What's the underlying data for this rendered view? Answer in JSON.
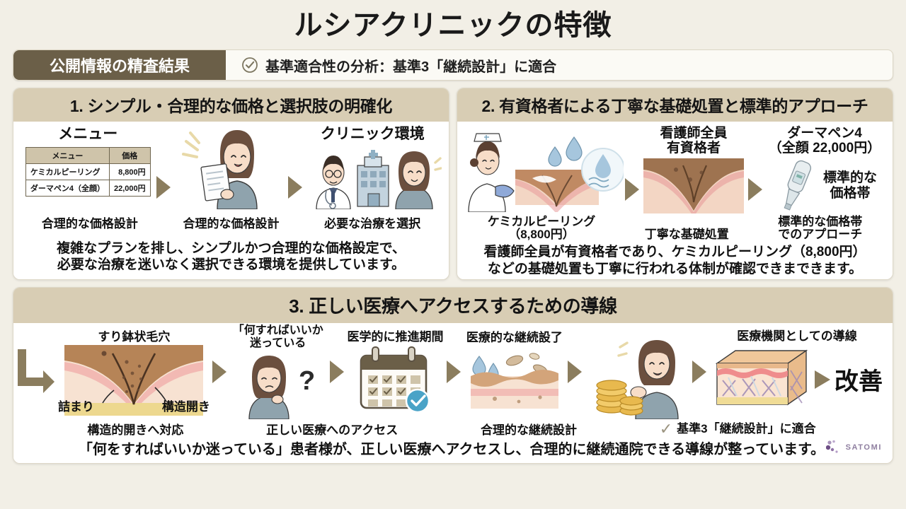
{
  "title": "ルシアクリニックの特徴",
  "banner": {
    "left_label": "公開情報の精査結果",
    "check_icon": "check-circle-icon",
    "right_label": "基準適合性の分析：基準3「継続設計」に適合"
  },
  "panel1": {
    "heading": "1. シンプル・合理的な価格と選択肢の明確化",
    "menu_title": "メニュー",
    "clinic_title": "クリニック環境",
    "table": {
      "headers": [
        "メニュー",
        "価格"
      ],
      "rows": [
        [
          "ケミカルピーリング",
          "8,800円"
        ],
        [
          "ダーマペン4（全顔）",
          "22,000円"
        ]
      ]
    },
    "captions": [
      "合理的な価格設計",
      "合理的な価格設計",
      "必要な治療を選択"
    ],
    "summary": "複雑なプランを排し、シンプルかつ合理的な価格設定で、\n必要な治療を迷いなく選択できる環境を提供しています。"
  },
  "panel2": {
    "heading": "2. 有資格者による丁寧な基礎処置と標準的アプローチ",
    "label_nurse_all": "看護師全員\n有資格者",
    "label_dermapen": "ダーマペン4\n（全顔 22,000円）",
    "label_price_band": "標準的な\n価格帯",
    "captions": [
      "ケミカルピーリング\n（8,800円）",
      "丁寧な基礎処置",
      "標準的な価格帯\nでのアプローチ"
    ],
    "summary": "看護師全員が有資格者であり、ケミカルピーリング（8,800円）\nなどの基礎処置も丁寧に行われる体制が確認できまできます。"
  },
  "panel3": {
    "heading": "3. 正しい医療へアクセスするための導線",
    "label_pore": "すり鉢状毛穴",
    "label_clog": "詰まり",
    "label_open": "構造開き",
    "label_lost": "「何すればいいか\n迷っている",
    "label_period": "医学的に推進期間",
    "label_continue": "医療的な継続設了",
    "label_route": "医療機関としての導線",
    "label_improve": "改善",
    "captions": [
      "構造的開きへ対応",
      "正しい医療へのアクセス",
      "合理的な継続設計"
    ],
    "compliance_check_icon": "check-mark-icon",
    "compliance_label": "基準3「継続設計」に適合",
    "summary": "「何をすればいいか迷っている」患者様が、正しい医療へアクセスし、合理的に継続通院できる導線が整っています。"
  },
  "logo": {
    "name": "satomi-logo",
    "text": "SATOMI"
  },
  "colors": {
    "background": "#f2efe6",
    "banner_dark": "#6b5f48",
    "panel_head": "#d8cdb4",
    "arrow": "#8b7d5e",
    "accent_check": "#4aa3c7",
    "logo_purple": "#8f7fa0"
  }
}
